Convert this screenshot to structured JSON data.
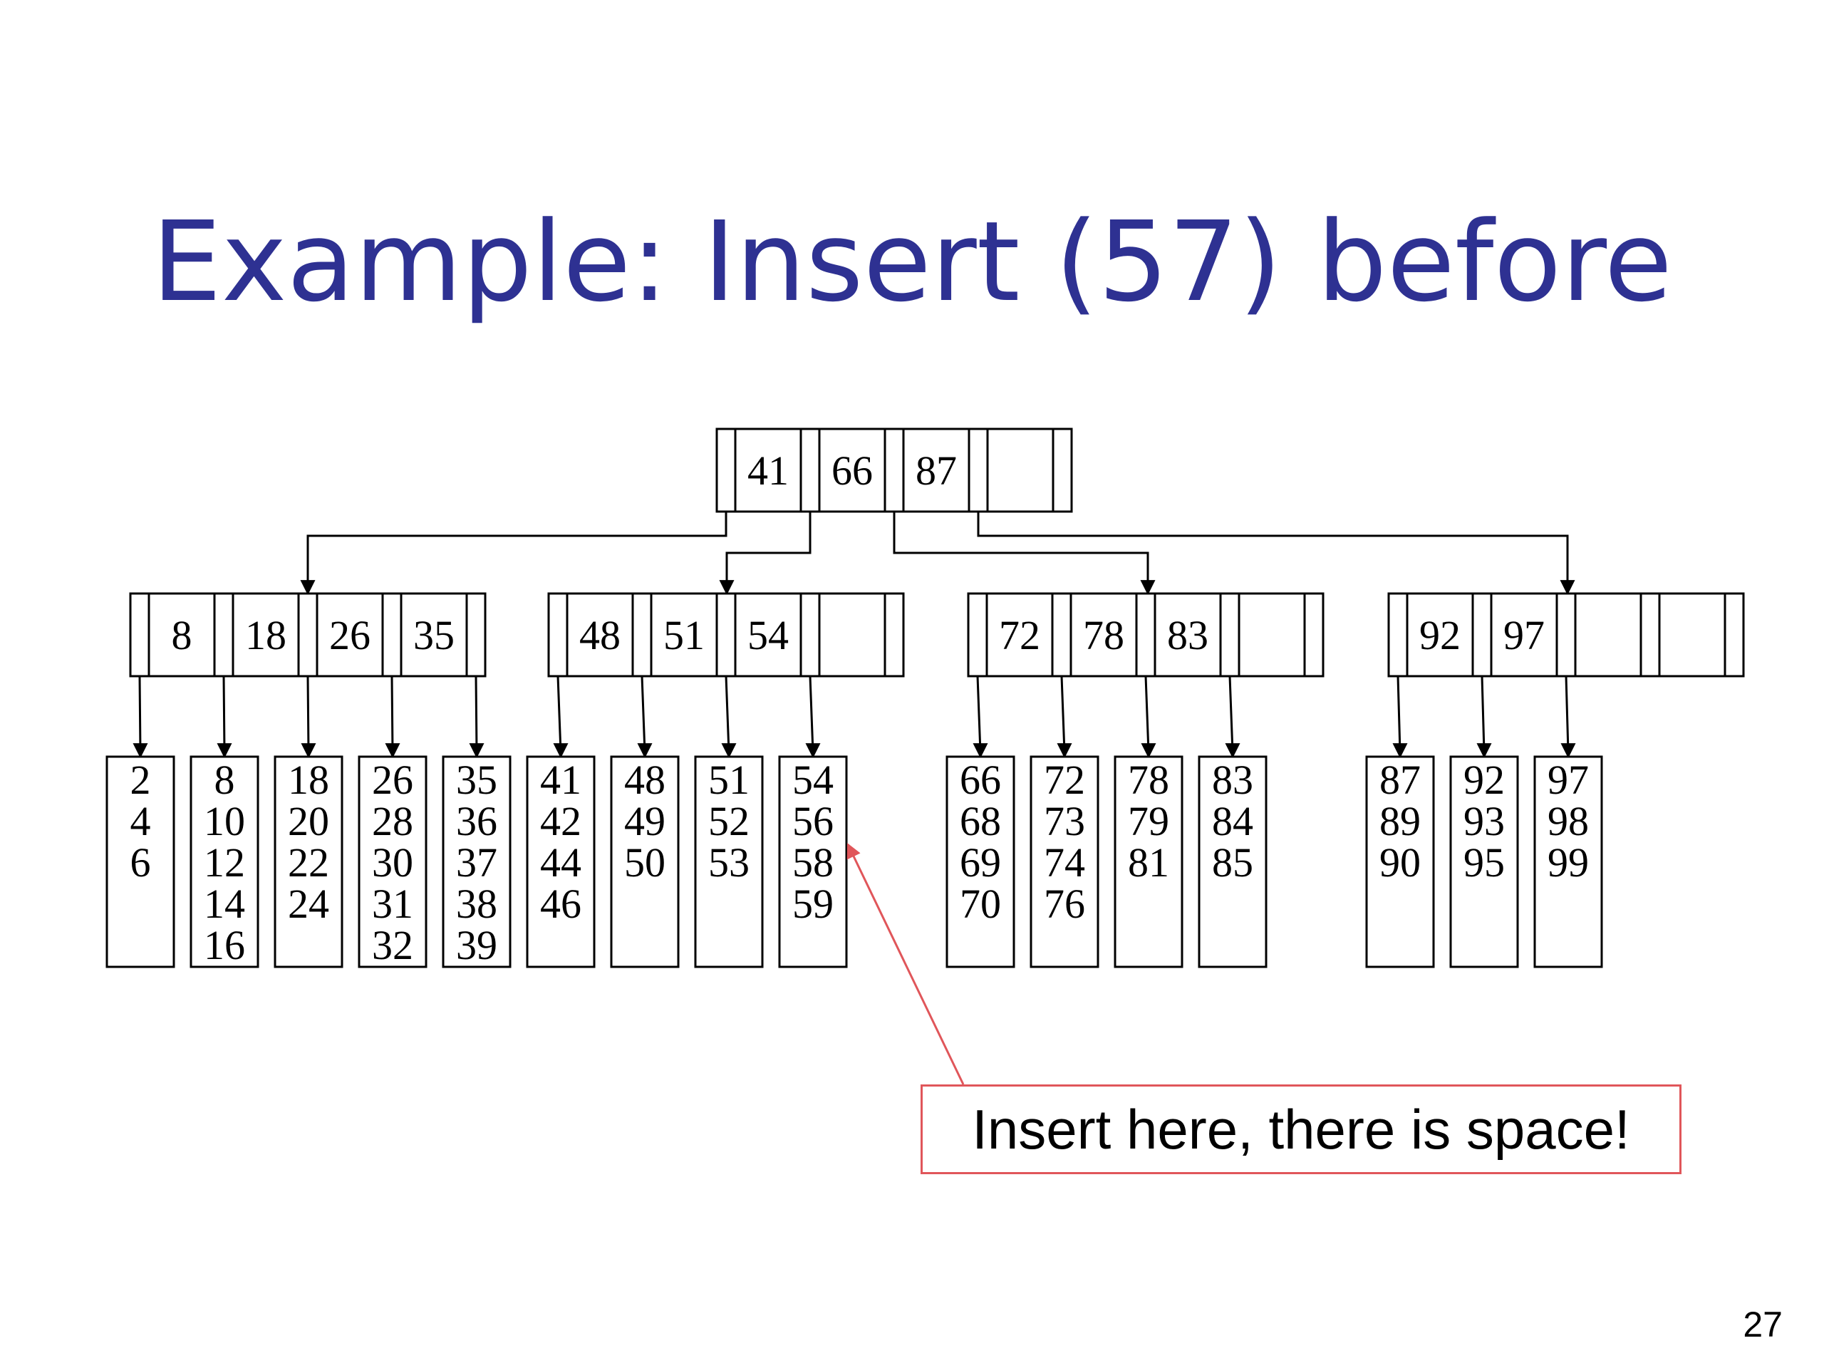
{
  "slide": {
    "title": "Example: Insert (57) before",
    "page_number": "27"
  },
  "tree": {
    "root": {
      "keys": [
        "41",
        "66",
        "87",
        ""
      ]
    },
    "internal": [
      {
        "keys": [
          "8",
          "18",
          "26",
          "35"
        ]
      },
      {
        "keys": [
          "48",
          "51",
          "54",
          ""
        ]
      },
      {
        "keys": [
          "72",
          "78",
          "83",
          ""
        ]
      },
      {
        "keys": [
          "92",
          "97",
          "",
          ""
        ]
      }
    ],
    "leaves": [
      {
        "keys": [
          "2",
          "4",
          "6"
        ]
      },
      {
        "keys": [
          "8",
          "10",
          "12",
          "14",
          "16"
        ]
      },
      {
        "keys": [
          "18",
          "20",
          "22",
          "24"
        ]
      },
      {
        "keys": [
          "26",
          "28",
          "30",
          "31",
          "32"
        ]
      },
      {
        "keys": [
          "35",
          "36",
          "37",
          "38",
          "39"
        ]
      },
      {
        "keys": [
          "41",
          "42",
          "44",
          "46"
        ]
      },
      {
        "keys": [
          "48",
          "49",
          "50"
        ]
      },
      {
        "keys": [
          "51",
          "52",
          "53"
        ]
      },
      {
        "keys": [
          "54",
          "56",
          "58",
          "59"
        ]
      },
      {
        "keys": [
          "66",
          "68",
          "69",
          "70"
        ]
      },
      {
        "keys": [
          "72",
          "73",
          "74",
          "76"
        ]
      },
      {
        "keys": [
          "78",
          "79",
          "81"
        ]
      },
      {
        "keys": [
          "83",
          "84",
          "85"
        ]
      },
      {
        "keys": [
          "87",
          "89",
          "90"
        ]
      },
      {
        "keys": [
          "92",
          "93",
          "95"
        ]
      },
      {
        "keys": [
          "97",
          "98",
          "99"
        ]
      }
    ],
    "highlight_leaf": 8
  },
  "annotation": {
    "text": "Insert here, there is space!",
    "color": "#e0565a"
  },
  "colors": {
    "title": "#2e3192",
    "lines": "#000000"
  }
}
